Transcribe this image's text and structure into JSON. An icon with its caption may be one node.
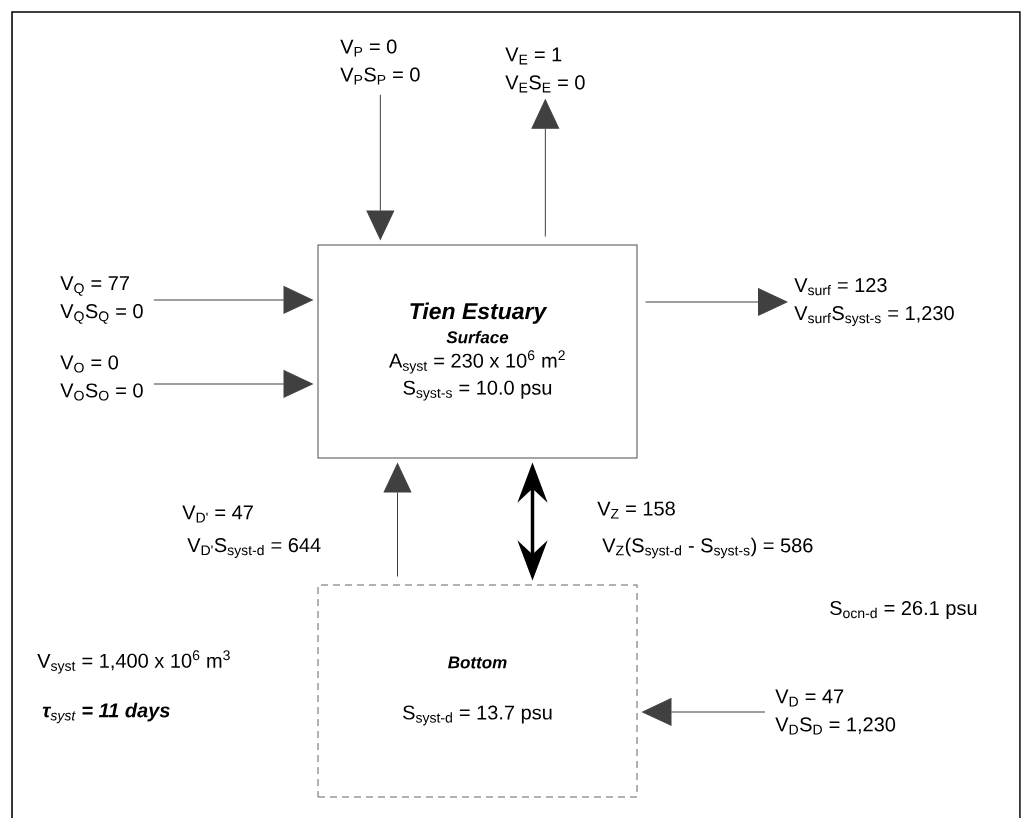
{
  "diagram": {
    "nodes": [
      {
        "text": [
          "Tien Estuary",
          "Surface",
          "A$_{syst}$ = 230 x 10$^{6}$ m$^{2}$",
          "S$_{syst-s}$ = 10.0 psu"
        ]
      },
      {
        "text": [
          "Bottom",
          "S$_{syst-d}$ = 13.7 psu"
        ]
      },
      {
        "text": [
          "V$_{P}$ = 0",
          "V$_{P}$S$_{P}$ = 0"
        ]
      },
      {
        "text": [
          "V$_{E}$ = 1",
          "V$_{E}$S$_{E}$ = 0"
        ]
      },
      {
        "text": [
          "V$_{Q}$ = 77",
          "V$_{Q}$S$_{Q}$ = 0"
        ]
      },
      {
        "text": [
          "V$_{O}$ = 0",
          "V$_{O}$S$_{O}$ = 0"
        ]
      },
      {
        "text": [
          "V$_{surf}$ = 123",
          "V$_{surf}$S$_{syst-s}$ = 1,230"
        ]
      },
      {
        "text": [
          "V$_{D}$ = 47",
          "V$_{D}$S$_{D}$ = 1,230"
        ]
      }
    ],
    "edges": [
      {
        "from": 2,
        "to": 0,
        "arrow": "to"
      },
      {
        "from": 0,
        "to": 3,
        "arrow": "to"
      },
      {
        "from": 4,
        "to": 0,
        "arrow": "to"
      },
      {
        "from": 5,
        "to": 0,
        "arrow": "to"
      },
      {
        "from": 0,
        "to": 6,
        "arrow": "to"
      },
      {
        "from": 1,
        "to": 0,
        "arrow": "to"
      },
      {
        "from": 0,
        "to": 1,
        "arrow": "both",
        "style": "thick"
      },
      {
        "from": 7,
        "to": 1,
        "arrow": "to"
      }
    ],
    "labels": [
      "V$_{D'}$ = 47",
      "V$_{D'}$S$_{syst-d}$ = 644",
      "V$_{Z}$ = 158",
      "V$_{Z}$(S$_{syst-d}$ - S$_{syst-s}$) = 586",
      "S$_{ocn-d}$ = 26.1 psu",
      "V$_{syst}$ = 1,400 x 10$^{6}$ m$^{3}$",
      "**τ**$_{syst}$ **= 11 days**"
    ]
  }
}
